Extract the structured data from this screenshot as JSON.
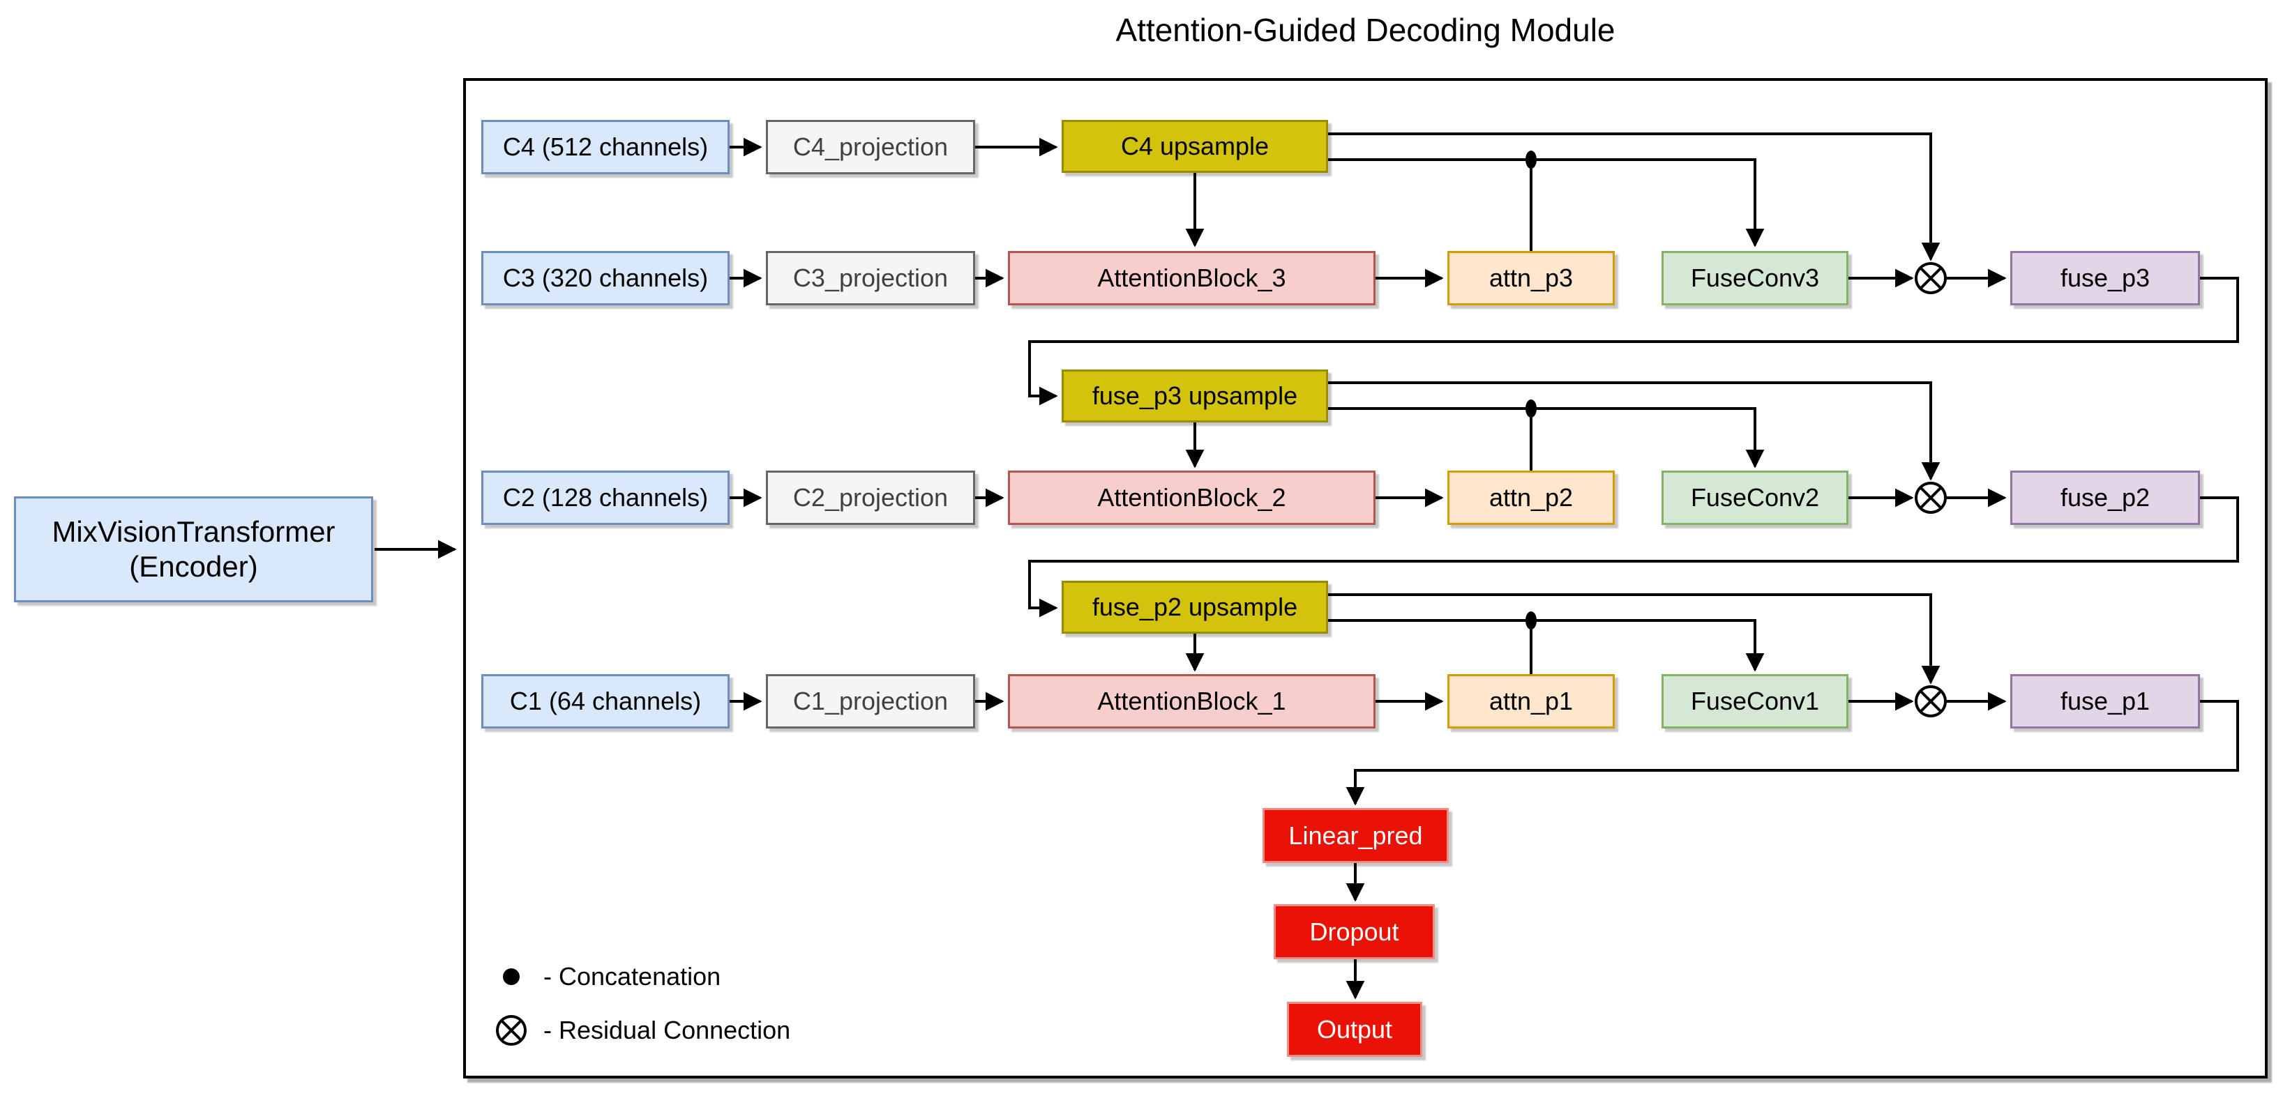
{
  "title": "Attention-Guided Decoding Module",
  "encoder": {
    "name": "MixVisionTransformer",
    "sub": "(Encoder)"
  },
  "inputs": [
    "C4 (512 channels)",
    "C3 (320 channels)",
    "C2 (128 channels)",
    "C1 (64 channels)"
  ],
  "projections": [
    "C4_projection",
    "C3_projection",
    "C2_projection",
    "C1_projection"
  ],
  "upsamples": [
    "C4 upsample",
    "fuse_p3 upsample",
    "fuse_p2 upsample"
  ],
  "attention_blocks": [
    "AttentionBlock_3",
    "AttentionBlock_2",
    "AttentionBlock_1"
  ],
  "attn_outputs": [
    "attn_p3",
    "attn_p2",
    "attn_p1"
  ],
  "fuse_convs": [
    "FuseConv3",
    "FuseConv2",
    "FuseConv1"
  ],
  "fuse_outputs": [
    "fuse_p3",
    "fuse_p2",
    "fuse_p1"
  ],
  "head": [
    "Linear_pred",
    "Dropout",
    "Output"
  ],
  "legend": [
    {
      "symbol": "concatenation-dot",
      "label": "- Concatenation"
    },
    {
      "symbol": "residual-circle",
      "label": "- Residual Connection"
    }
  ],
  "colors": {
    "input_fill": "#dae8fc",
    "input_border": "#6c8ebf",
    "projection_fill": "#f5f5f5",
    "projection_border": "#666666",
    "upsample_fill": "#d4c30c",
    "upsample_border": "#9a8c00",
    "attention_fill": "#f8cecc",
    "attention_border": "#b85450",
    "attn_out_fill": "#ffe6cc",
    "attn_out_border": "#d79b00",
    "fuse_conv_fill": "#d5e8d4",
    "fuse_conv_border": "#82b366",
    "fuse_out_fill": "#e1d5e7",
    "fuse_out_border": "#9673a6",
    "head_fill": "#ea1107",
    "head_text": "#ffffff",
    "wire": "#000000"
  }
}
